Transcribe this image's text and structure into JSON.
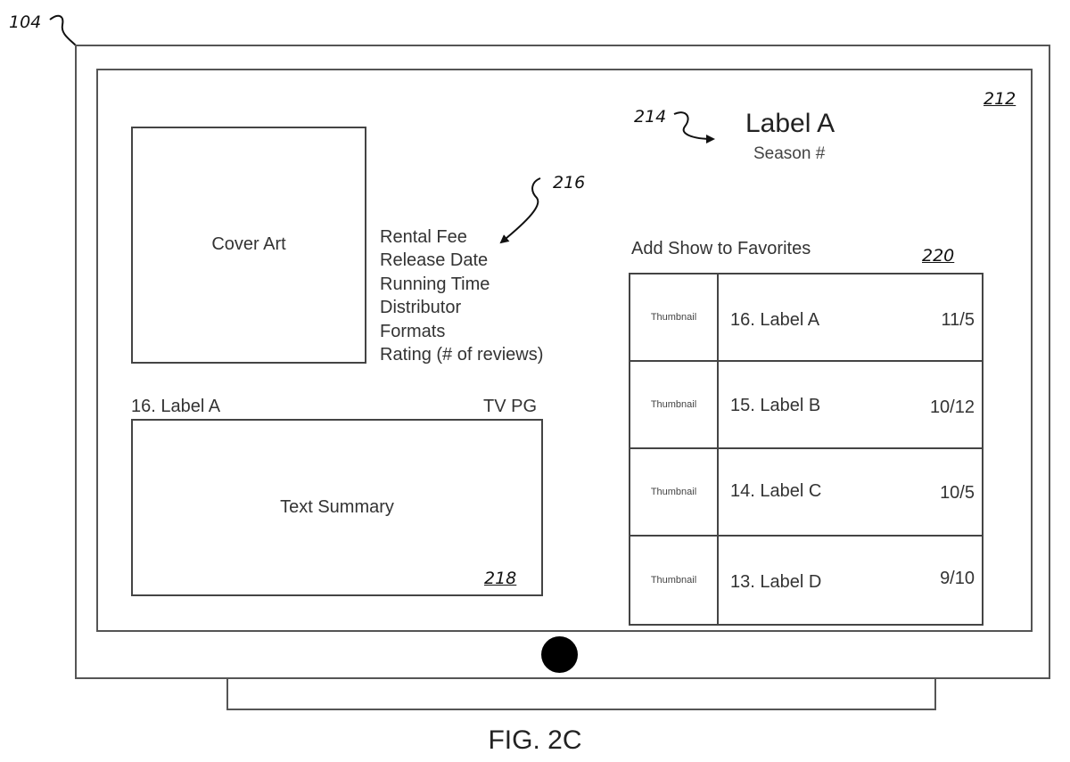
{
  "figure_caption": "FIG. 2C",
  "refs": {
    "device": "104",
    "screen": "212",
    "title_block": "214",
    "details": "216",
    "summary": "218",
    "episode_list": "220"
  },
  "header": {
    "title": "Label A",
    "subtitle": "Season #"
  },
  "cover_art": {
    "label": "Cover Art"
  },
  "details": {
    "items": [
      "Rental Fee",
      "Release Date",
      "Running Time",
      "Distributor",
      "Formats",
      "Rating (# of reviews)"
    ]
  },
  "episode_info": {
    "episode": "16.  Label A",
    "rating": "TV PG"
  },
  "summary": {
    "label": "Text Summary"
  },
  "favorites": {
    "label": "Add Show to Favorites"
  },
  "episodes": [
    {
      "thumb": "Thumbnail",
      "title": "16.  Label A",
      "date": "11/5"
    },
    {
      "thumb": "Thumbnail",
      "title": "15.  Label B",
      "date": "10/12"
    },
    {
      "thumb": "Thumbnail",
      "title": "14.  Label C",
      "date": "10/5"
    },
    {
      "thumb": "Thumbnail",
      "title": "13.  Label D",
      "date": "9/10"
    }
  ]
}
